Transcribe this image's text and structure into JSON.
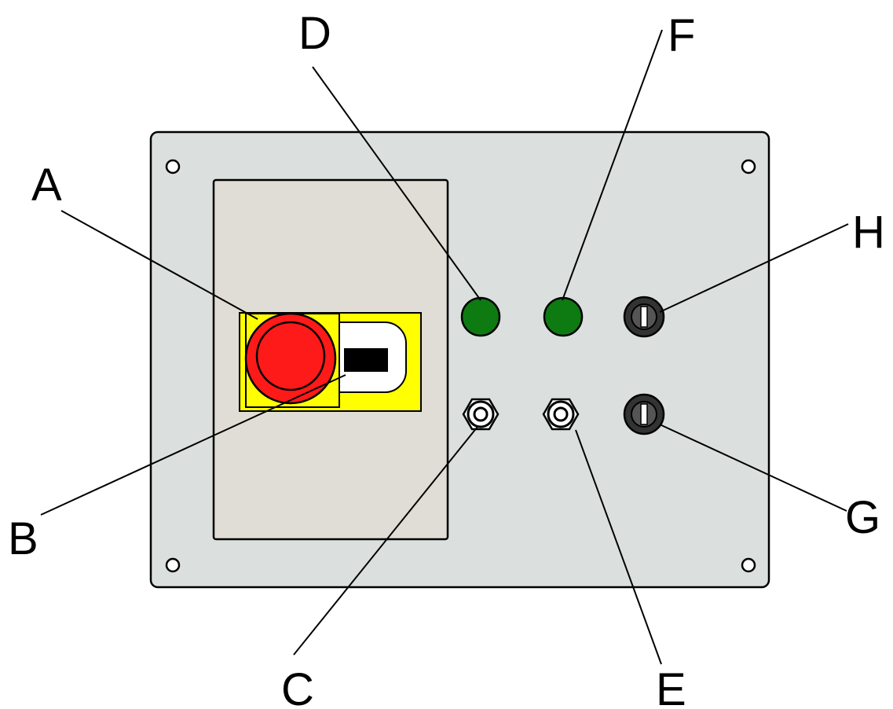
{
  "labels": {
    "A": "A",
    "B": "B",
    "C": "C",
    "D": "D",
    "E": "E",
    "F": "F",
    "G": "G",
    "H": "H"
  },
  "colors": {
    "panel": "#dbe0df",
    "inset": "#e0dcd6",
    "yellow": "#ffff00",
    "red": "#ff1a1a",
    "green_light": "#0d7a12",
    "dark_switch": "#3c3c3c"
  }
}
